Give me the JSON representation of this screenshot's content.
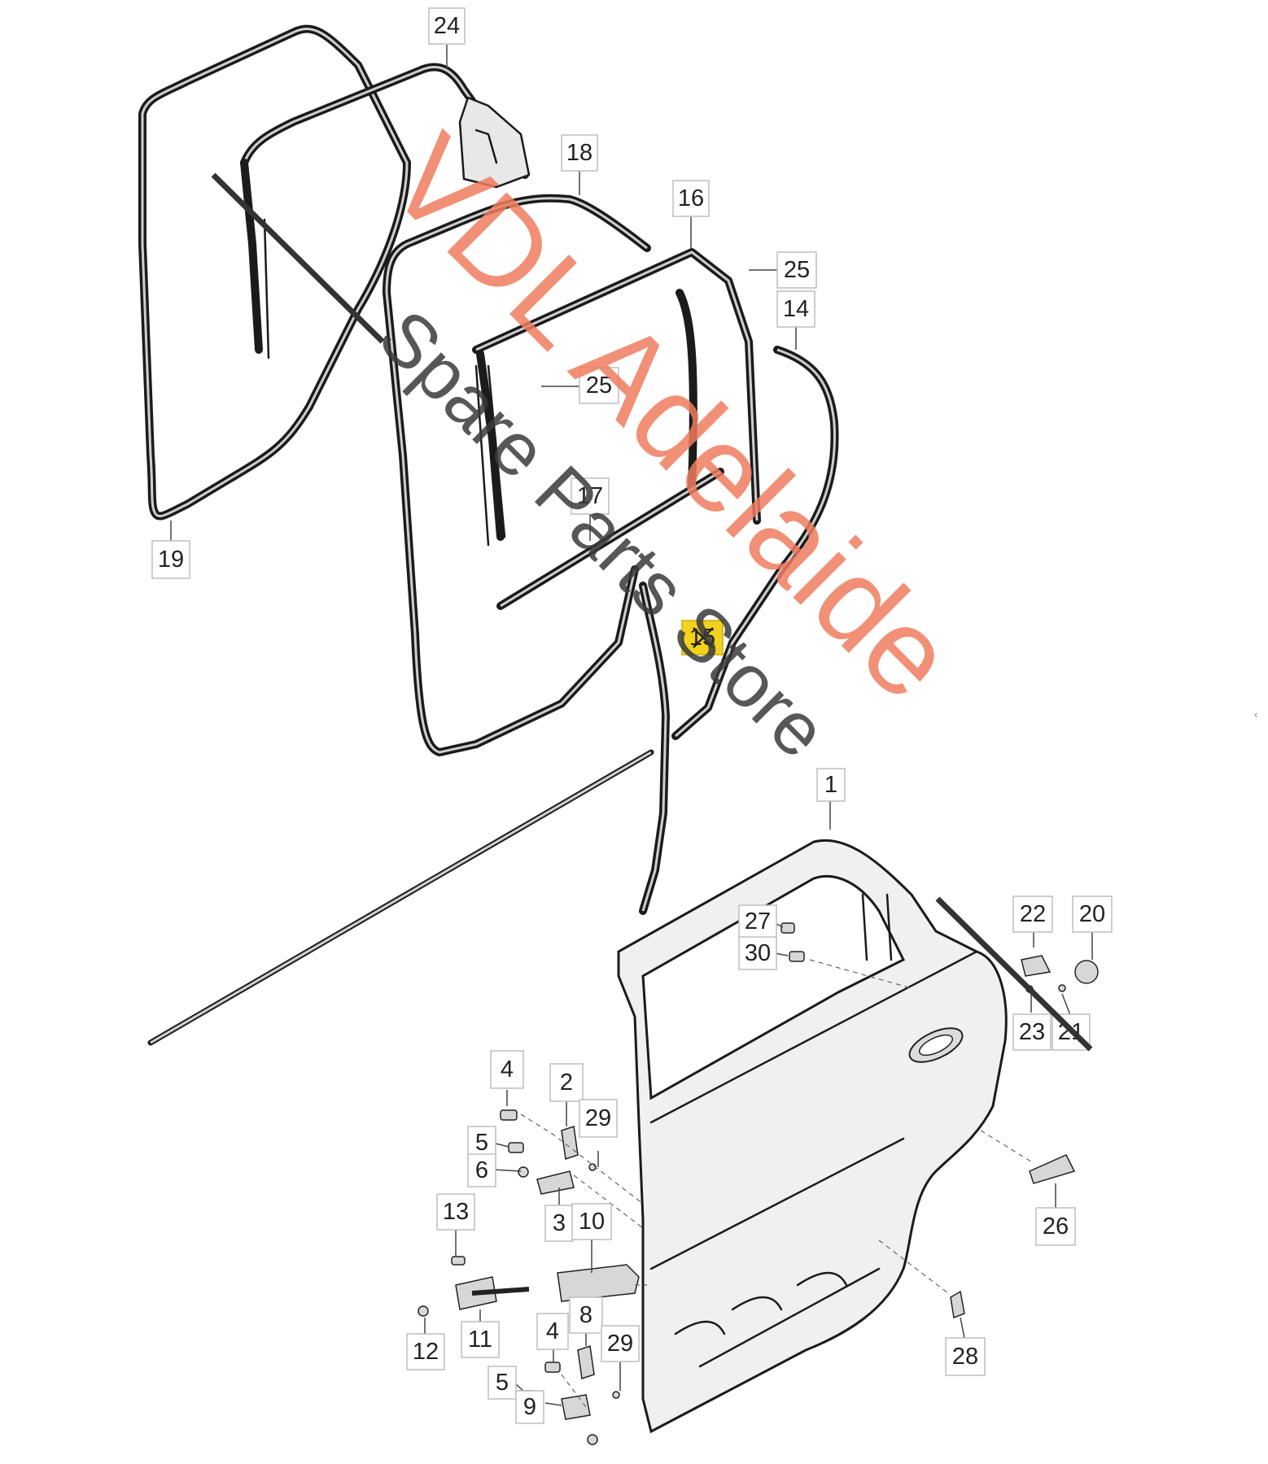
{
  "watermark": {
    "brand": "VDL Adelaide",
    "tagline": "Spare Parts Store",
    "color": "#ef6b4c"
  },
  "callouts": [
    {
      "id": "24",
      "label": "24"
    },
    {
      "id": "18",
      "label": "18"
    },
    {
      "id": "16",
      "label": "16"
    },
    {
      "id": "25a",
      "label": "25"
    },
    {
      "id": "25b",
      "label": "25"
    },
    {
      "id": "14",
      "label": "14"
    },
    {
      "id": "17",
      "label": "17"
    },
    {
      "id": "19",
      "label": "19"
    },
    {
      "id": "15",
      "label": "15"
    },
    {
      "id": "1",
      "label": "1"
    },
    {
      "id": "22",
      "label": "22"
    },
    {
      "id": "20",
      "label": "20"
    },
    {
      "id": "27",
      "label": "27"
    },
    {
      "id": "30",
      "label": "30"
    },
    {
      "id": "23",
      "label": "23"
    },
    {
      "id": "21",
      "label": "21"
    },
    {
      "id": "4a",
      "label": "4"
    },
    {
      "id": "2",
      "label": "2"
    },
    {
      "id": "29a",
      "label": "29"
    },
    {
      "id": "5a",
      "label": "5"
    },
    {
      "id": "6",
      "label": "6"
    },
    {
      "id": "3",
      "label": "3"
    },
    {
      "id": "10",
      "label": "10"
    },
    {
      "id": "13",
      "label": "13"
    },
    {
      "id": "26",
      "label": "26"
    },
    {
      "id": "11",
      "label": "11"
    },
    {
      "id": "12",
      "label": "12"
    },
    {
      "id": "4b",
      "label": "4"
    },
    {
      "id": "8",
      "label": "8"
    },
    {
      "id": "29b",
      "label": "29"
    },
    {
      "id": "28",
      "label": "28"
    },
    {
      "id": "5b",
      "label": "5"
    },
    {
      "id": "9",
      "label": "9"
    }
  ],
  "sidebar_toggle": {
    "icon": "chevron-left-icon",
    "glyph": "‹"
  },
  "highlight_color": "#f2d21c"
}
